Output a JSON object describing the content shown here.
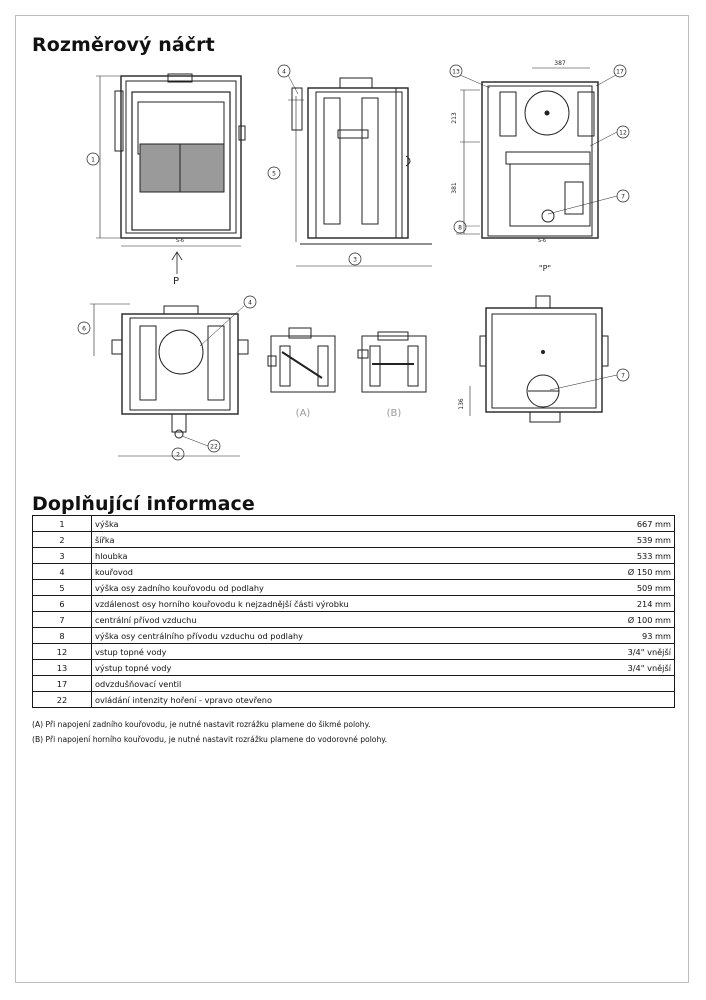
{
  "headings": {
    "sketch": "Rozměrový náčrt",
    "info": "Doplňující informace"
  },
  "drawing_labels": {
    "callouts": [
      "1",
      "3",
      "4",
      "5",
      "13",
      "17",
      "12",
      "7",
      "8",
      "4",
      "6",
      "2",
      "22",
      "7"
    ],
    "dim_387": "387",
    "dim_213": "213",
    "dim_381": "381",
    "dim_136": "136",
    "arrow_p": "P",
    "view_p": "\"P\"",
    "detail_a": "(A)",
    "detail_b": "(B)",
    "s6": "S-6"
  },
  "table": {
    "rows": [
      {
        "num": "1",
        "label": "výška",
        "value": "667 mm"
      },
      {
        "num": "2",
        "label": "šířka",
        "value": "539 mm"
      },
      {
        "num": "3",
        "label": "hloubka",
        "value": "533 mm"
      },
      {
        "num": "4",
        "label": "kouřovod",
        "value": "Ø 150 mm"
      },
      {
        "num": "5",
        "label": "výška osy zadního kouřovodu od podlahy",
        "value": "509 mm"
      },
      {
        "num": "6",
        "label": "vzdálenost osy horního kouřovodu k nejzadnější části výrobku",
        "value": "214 mm"
      },
      {
        "num": "7",
        "label": "centrální přívod vzduchu",
        "value": "Ø 100 mm"
      },
      {
        "num": "8",
        "label": "výška osy centrálního přívodu vzduchu od podlahy",
        "value": "93 mm"
      },
      {
        "num": "12",
        "label": "vstup topné vody",
        "value": "3/4\" vnější"
      },
      {
        "num": "13",
        "label": "výstup topné vody",
        "value": "3/4\" vnější"
      },
      {
        "num": "17",
        "label": "odvzdušňovací ventil",
        "value": ""
      },
      {
        "num": "22",
        "label": "ovládání intenzity hoření - vpravo otevřeno",
        "value": ""
      }
    ]
  },
  "notes": {
    "a": "(A) Při napojení zadního kouřovodu, je nutné nastavit rozrážku plamene do šikmé polohy.",
    "b": "(B) Při napojení horního kouřovodu, je nutné nastavit rozrážku plamene do vodorovné polohy."
  }
}
